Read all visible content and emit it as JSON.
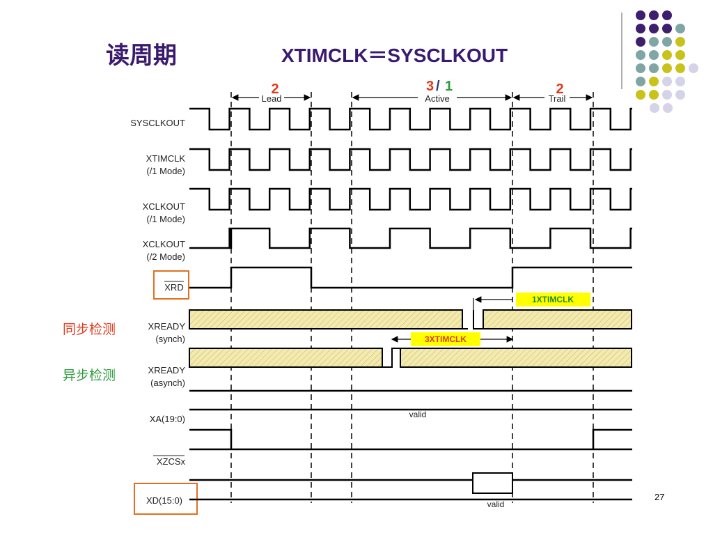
{
  "slide": {
    "title": "读周期",
    "subtitle": "XTIMCLK＝SYSCLKOUT",
    "page_number": "27",
    "sync_label": "同步检测",
    "async_label": "异步检测"
  },
  "phases": {
    "lead": {
      "name": "Lead",
      "count": "2"
    },
    "active": {
      "name": "Active",
      "count_a": "3",
      "slash": "/",
      "count_b": "1"
    },
    "trail": {
      "name": "Trail",
      "count": "2"
    }
  },
  "signals": {
    "sysclkout": "SYSCLKOUT",
    "xtimclk": "XTIMCLK",
    "xtimclk_mode": "(/1 Mode)",
    "xclkout1": "XCLKOUT",
    "xclkout1_mode": "(/1 Mode)",
    "xclkout2": "XCLKOUT",
    "xclkout2_mode": "(/2 Mode)",
    "xrd": "XRD",
    "xready_sync": "XREADY",
    "xready_sync_mode": "(synch)",
    "xready_async": "XREADY",
    "xready_async_mode": "(asynch)",
    "xa": "XA(19:0)",
    "xzcs": "XZCSx",
    "xd": "XD(15:0)"
  },
  "annotations": {
    "one_xtimclk": "1XTIMCLK",
    "three_xtimclk": "3XTIMCLK",
    "xa_valid": "valid",
    "xd_valid": "valid"
  },
  "colors": {
    "title": "#3a1a6e",
    "lead_trail_count": "#e03a1e",
    "active_count_a": "#e03a1e",
    "active_count_b": "#2e9b3e",
    "sync_label": "#e03a1e",
    "async_label": "#2e9b3e",
    "highlight_bg": "#ffff00",
    "one_xtimclk_text": "#1f8a2e",
    "three_xtimclk_text": "#e03a1e",
    "box_outline": "#e07020",
    "hatch_fill": "#f3eab0"
  }
}
